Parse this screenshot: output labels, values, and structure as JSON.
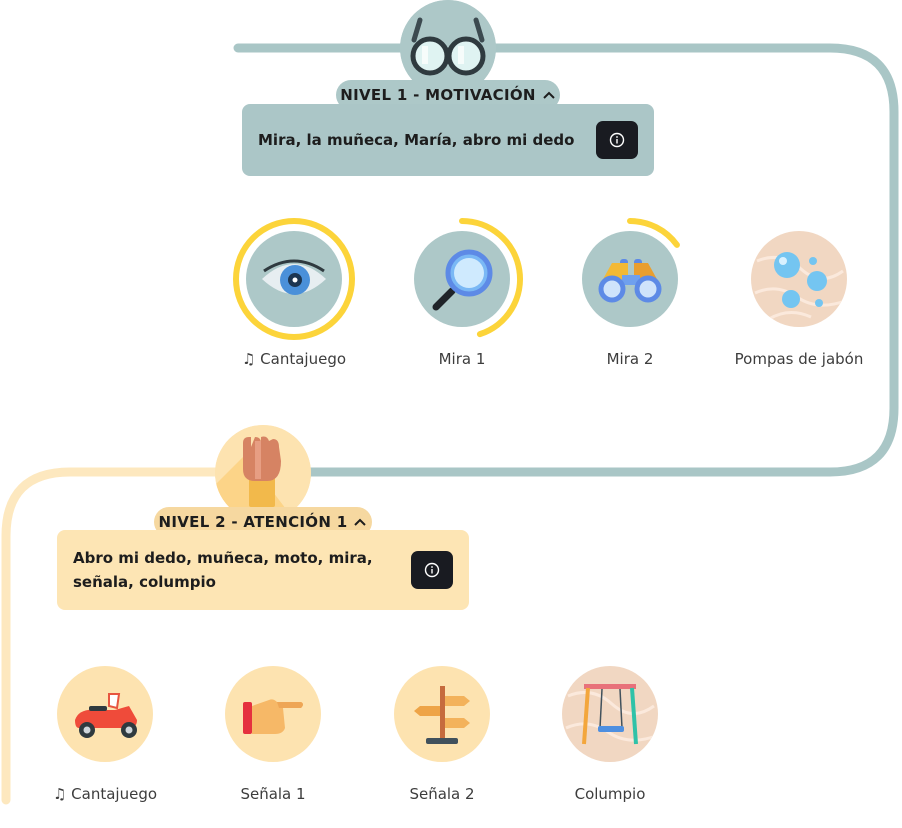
{
  "levels": [
    {
      "title": "NIVEL 1 - MOTIVACIÓN",
      "icon": "glasses-icon",
      "description": "Mira, la muñeca, María, abro mi dedo",
      "colors": {
        "path": "#a9c6c6",
        "card": "#abc6c7",
        "circle": "#adc8c8"
      },
      "activities": [
        {
          "label": "♫ Cantajuego",
          "icon": "eye-icon",
          "progress": 1.0
        },
        {
          "label": "Mira 1",
          "icon": "magnifier-icon",
          "progress": 0.45
        },
        {
          "label": "Mira 2",
          "icon": "binoculars-icon",
          "progress": 0.15
        },
        {
          "label": "Pompas de jabón",
          "icon": "bubbles-icon",
          "progress": 0
        }
      ]
    },
    {
      "title": "NIVEL 2 - ATENCIÓN 1",
      "icon": "raised-hand-icon",
      "description": "Abro mi dedo, muñeca, moto, mira, señala, columpio",
      "colors": {
        "path": "#fde8bf",
        "card": "#fde5b4",
        "circle": "#fde3b0"
      },
      "activities": [
        {
          "label": "♫ Cantajuego",
          "icon": "scooter-icon",
          "progress": 0
        },
        {
          "label": "Señala 1",
          "icon": "pointing-hand-icon",
          "progress": 0
        },
        {
          "label": "Señala 2",
          "icon": "signpost-icon",
          "progress": 0
        },
        {
          "label": "Columpio",
          "icon": "swing-icon",
          "progress": 0
        }
      ]
    }
  ],
  "progress_color": "#fcd43a"
}
